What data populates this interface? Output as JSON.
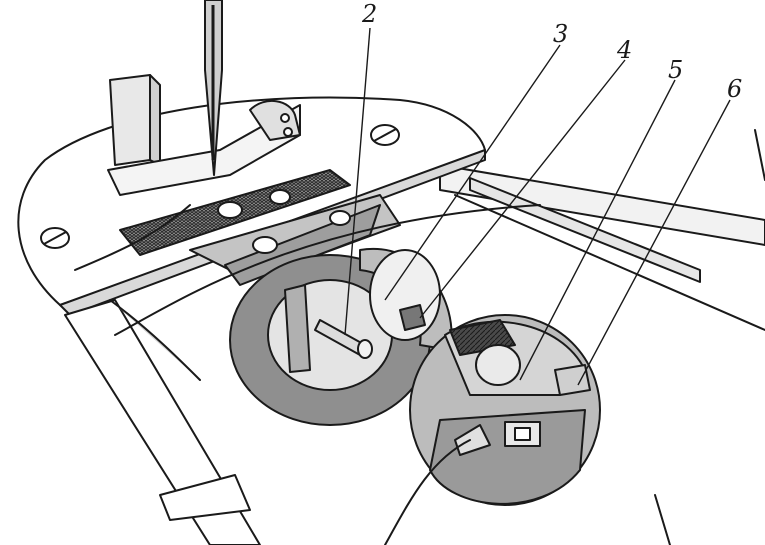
{
  "figure": {
    "callouts": [
      {
        "id": "c2",
        "label": "2"
      },
      {
        "id": "c3",
        "label": "3"
      },
      {
        "id": "c4",
        "label": "4"
      },
      {
        "id": "c5",
        "label": "5"
      },
      {
        "id": "c6",
        "label": "6"
      }
    ],
    "colors": {
      "ink": "#1a1a1a",
      "light_gray": "#d6d6d6",
      "mid_gray": "#a8a8a8",
      "dark_gray": "#6e6e6e",
      "background": "#ffffff"
    }
  }
}
